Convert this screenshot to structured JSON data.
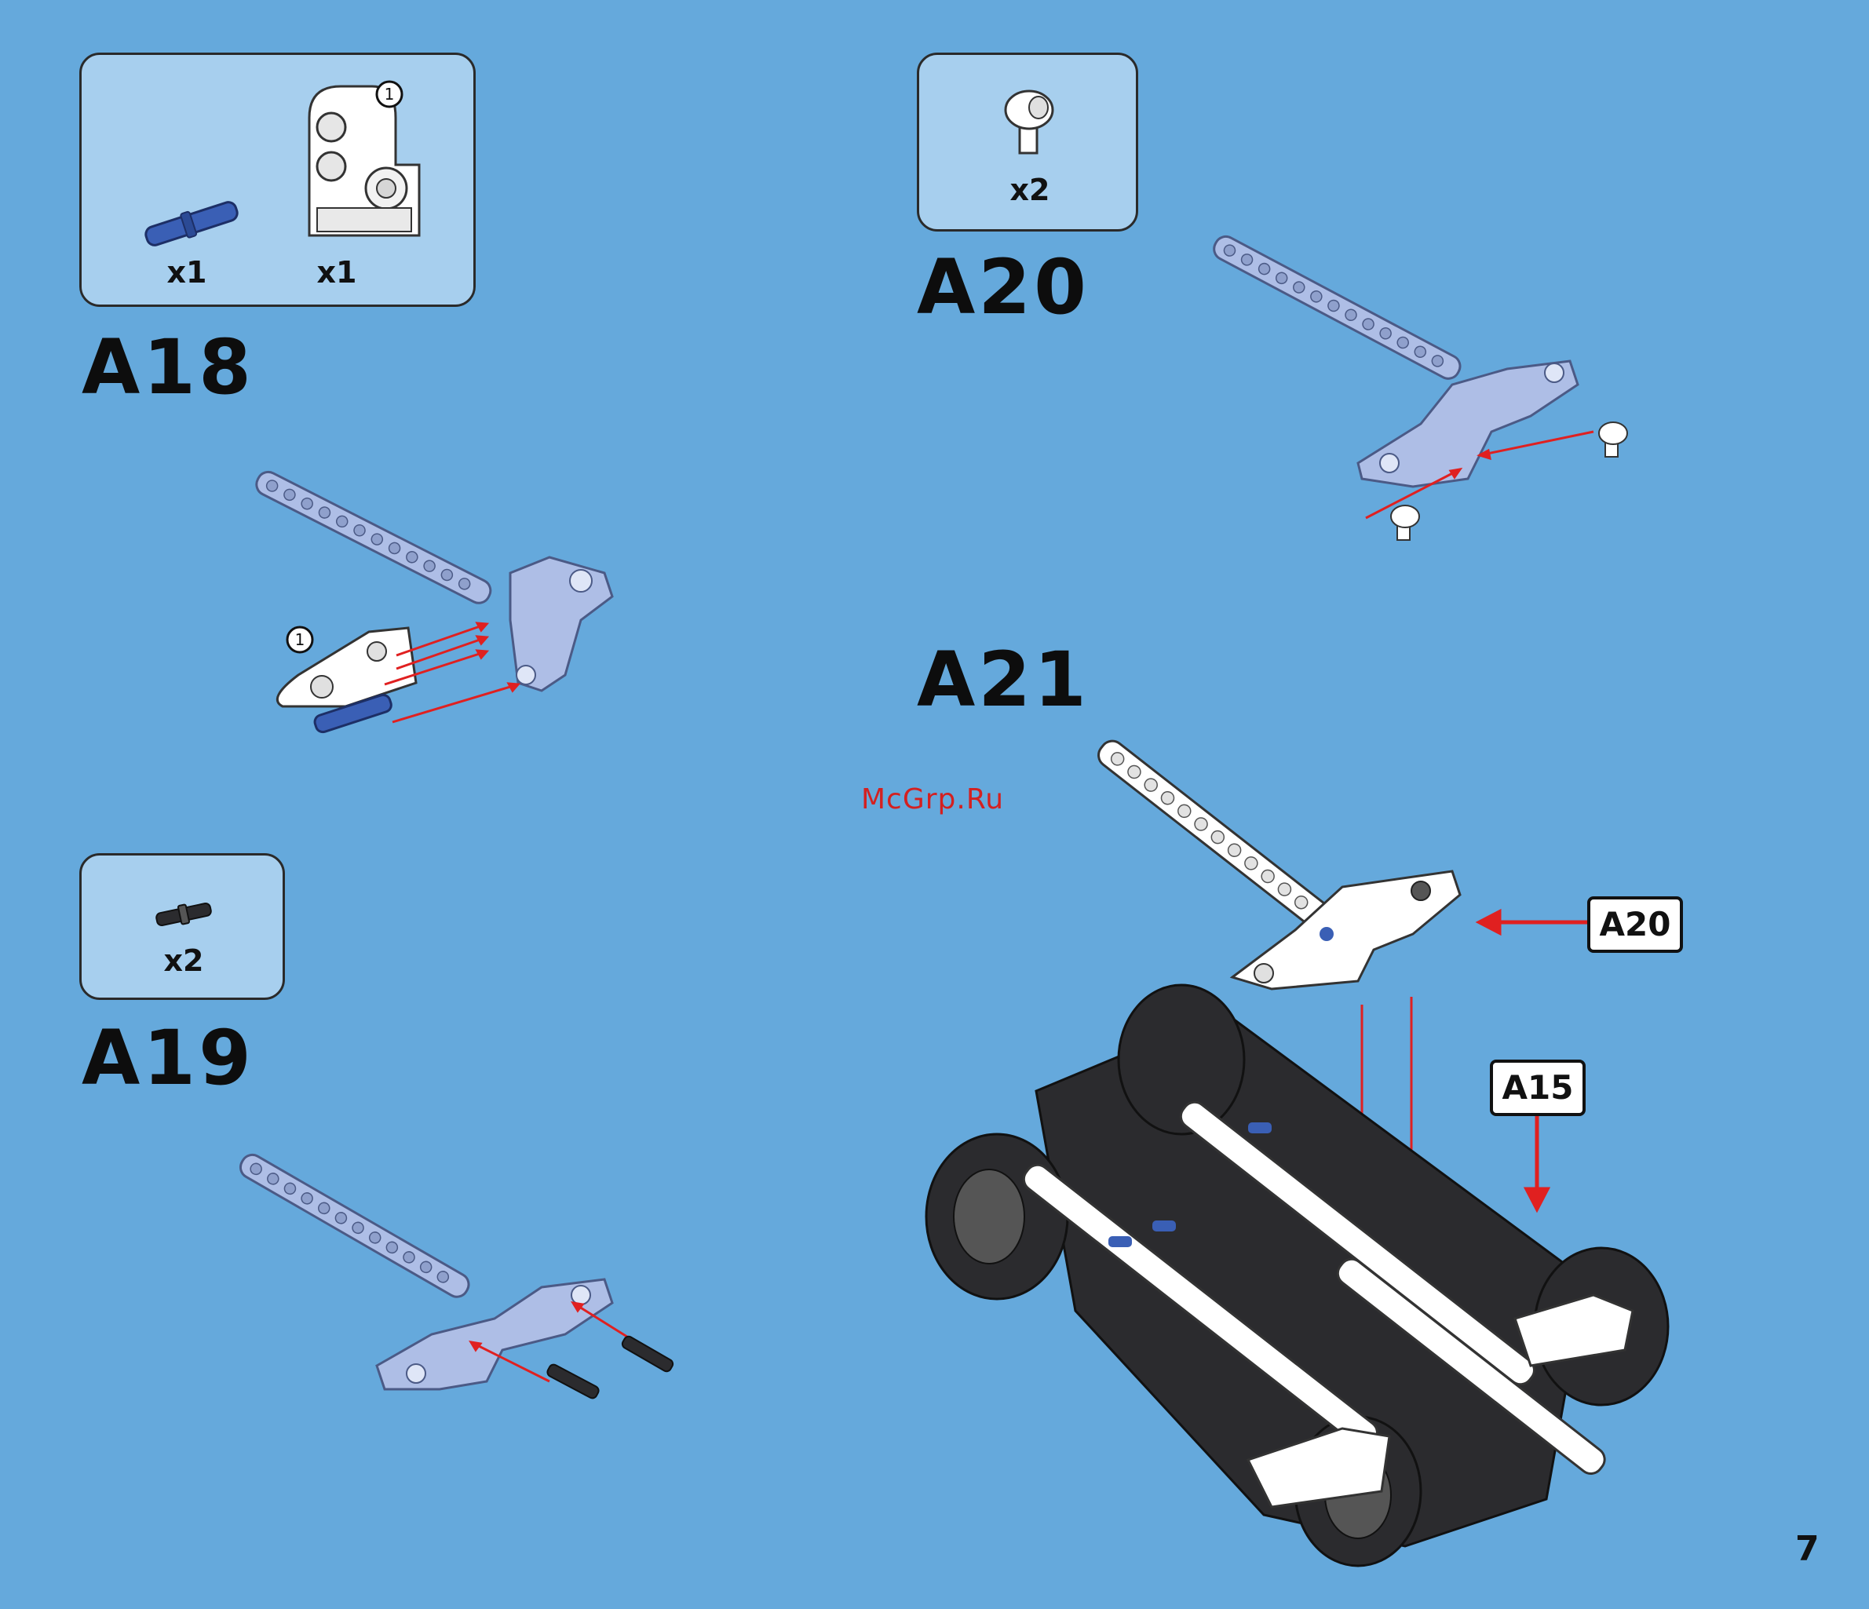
{
  "steps": {
    "a18": {
      "title": "A18",
      "pin_qty": "x1",
      "connector_qty": "x1",
      "part_marker": "1"
    },
    "a19": {
      "title": "A19",
      "qty": "x2"
    },
    "a20": {
      "title": "A20",
      "qty": "x2"
    },
    "a21": {
      "title": "A21",
      "callout_a20": "A20",
      "callout_a15": "A15"
    }
  },
  "watermark": "McGrp.Ru",
  "page_number": "7",
  "colors": {
    "background": "#65a9dc",
    "parts_box": "#a7cfee",
    "part_lavender": "#aebee6",
    "pin_blue": "#3a5fb5",
    "assembly_arrow": "#e02020",
    "chassis_dark": "#2b2b2e",
    "watermark": "#d42020"
  }
}
